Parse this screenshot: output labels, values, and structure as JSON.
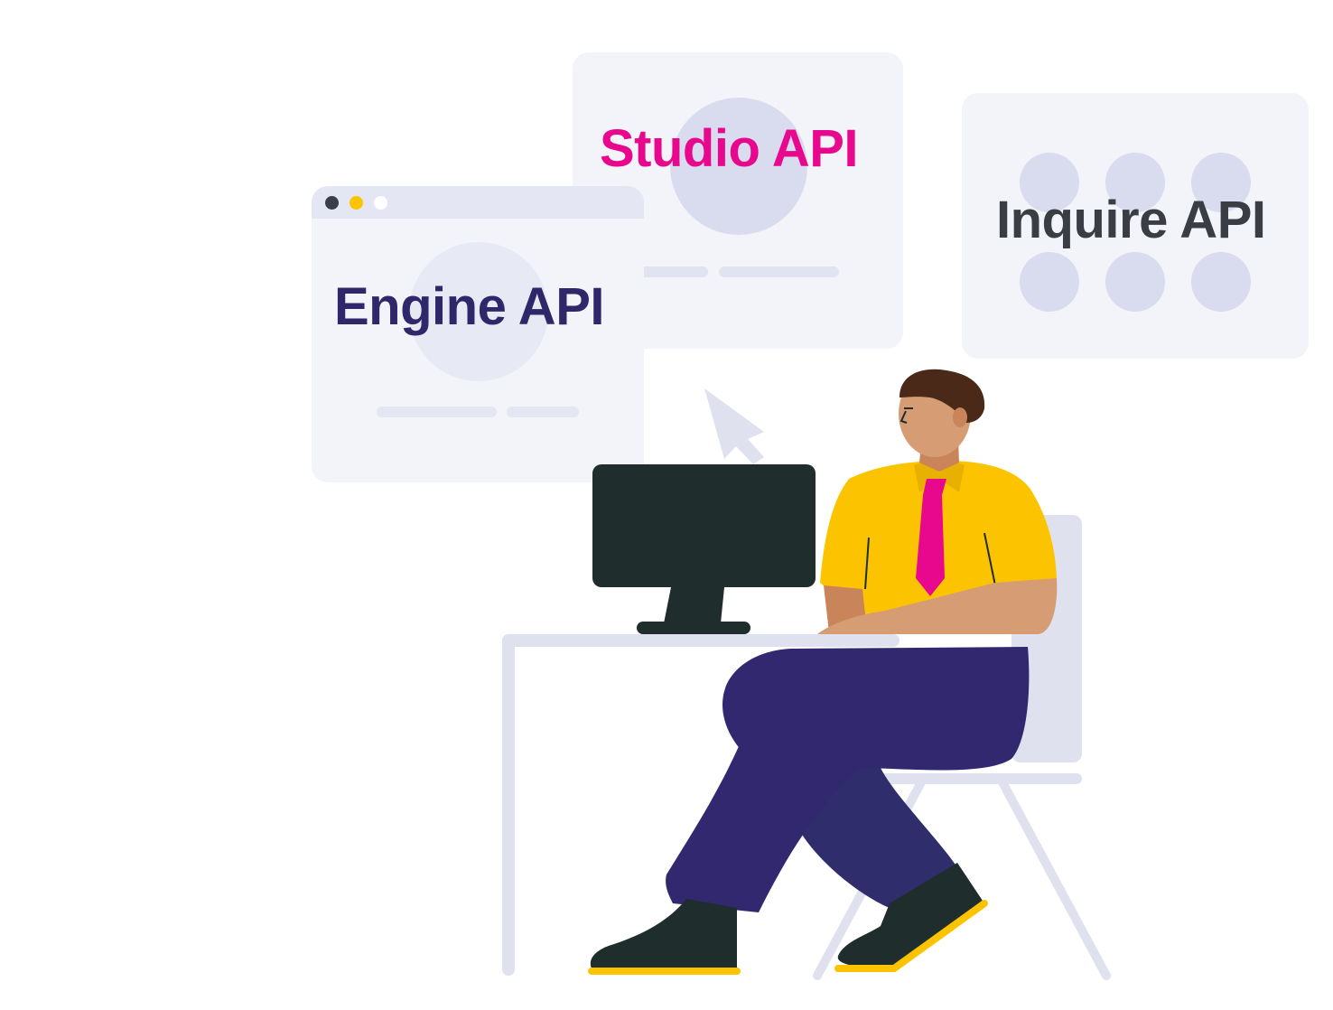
{
  "cards": {
    "studio": {
      "label": "Studio API",
      "color": "#e8088e"
    },
    "inquire": {
      "label": "Inquire API",
      "color": "#3a3d44"
    },
    "engine": {
      "label": "Engine API",
      "color": "#2f2769"
    }
  },
  "window_controls": [
    "dark-dot",
    "yellow-dot",
    "white-dot"
  ],
  "colors": {
    "card_bg": "#f2f4f9",
    "placeholder": "#d9dcee",
    "shirt": "#fcc400",
    "tie": "#e8088e",
    "pants": "#31286f",
    "monitor": "#1f2d2d",
    "desk": "#dfe1ef",
    "hair": "#4a2918",
    "skin": "#d69c73"
  },
  "icons": [
    "cursor-arrow-icon"
  ]
}
